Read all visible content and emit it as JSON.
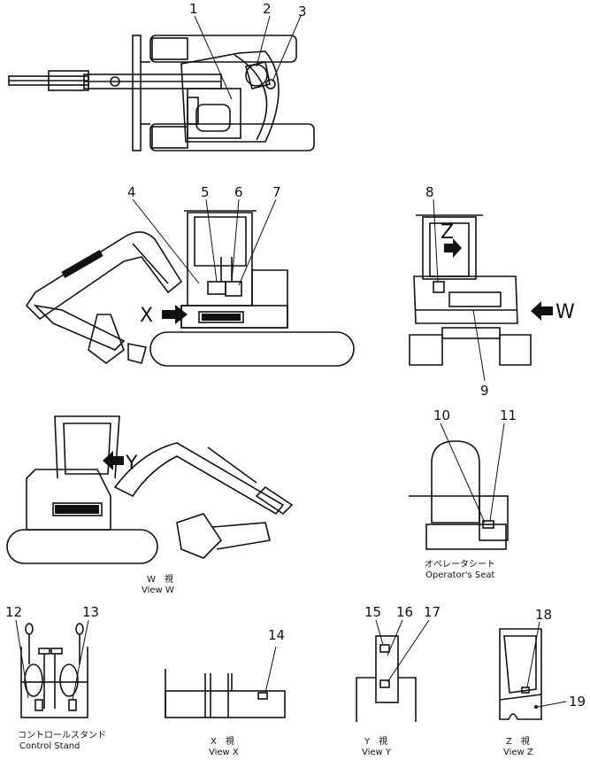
{
  "callouts": [
    "1",
    "2",
    "3",
    "4",
    "5",
    "6",
    "7",
    "8",
    "9",
    "10",
    "11",
    "12",
    "13",
    "14",
    "15",
    "16",
    "17",
    "18",
    "19"
  ],
  "view_letters": {
    "x": "X",
    "y": "Y",
    "z": "Z",
    "w": "W"
  },
  "captions": {
    "view_w_jp": "W　視",
    "view_w": "View W",
    "seat_jp": "オペレータシート",
    "seat": "Operator's Seat",
    "stand_jp": "コントロールスタンド",
    "stand": "Control Stand",
    "view_x_jp": "X　視",
    "view_x": "View X",
    "view_y_jp": "Y　視",
    "view_y": "View Y",
    "view_z_jp": "Z　視",
    "view_z": "View Z"
  }
}
